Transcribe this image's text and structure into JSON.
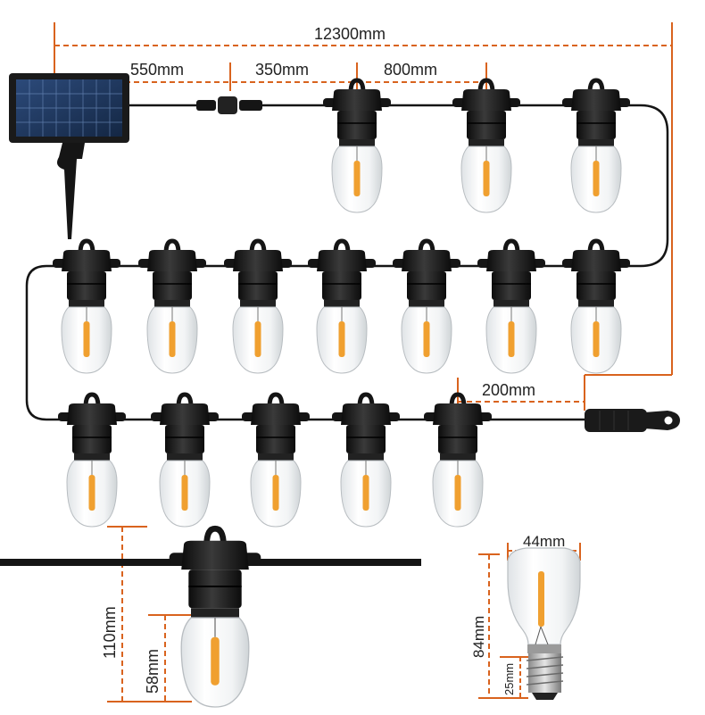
{
  "dimensions": {
    "total_length": "12300mm",
    "panel_to_connector": "550mm",
    "connector_to_first_bulb": "350mm",
    "bulb_spacing": "800mm",
    "tail_length": "200mm",
    "hanging_height": "110mm",
    "bulb_height": "58mm",
    "bulb_length": "84mm",
    "bulb_width": "44mm",
    "base_height": "25mm"
  },
  "colors": {
    "dimension_line": "#d9631e",
    "cable": "#151515",
    "socket": "#1a1a1a",
    "filament": "#f0a030",
    "bulb_glass": "#f4f6f7"
  }
}
